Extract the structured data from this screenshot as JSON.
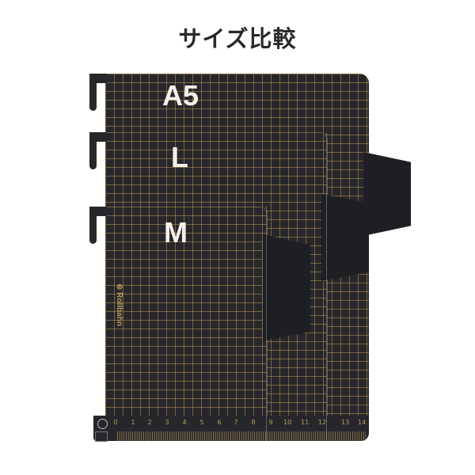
{
  "header": {
    "title": "サイズ比較"
  },
  "sheets": {
    "a5": {
      "label": "A5"
    },
    "l": {
      "label": "L"
    },
    "m": {
      "label": "M"
    }
  },
  "brand": {
    "name": "Rollbahn"
  },
  "ruler": {
    "m_numbers": [
      "0",
      "1",
      "2",
      "3",
      "4",
      "5",
      "6",
      "7",
      "8"
    ],
    "l_numbers": [
      "9",
      "10",
      "11",
      "12"
    ],
    "a5_numbers": [
      "13",
      "14"
    ]
  },
  "colors": {
    "sheet": "#27272b",
    "grid": "#b8965a",
    "flap": "#1e1f23",
    "label": "#f4f1ea",
    "title": "#2a2a2a"
  }
}
